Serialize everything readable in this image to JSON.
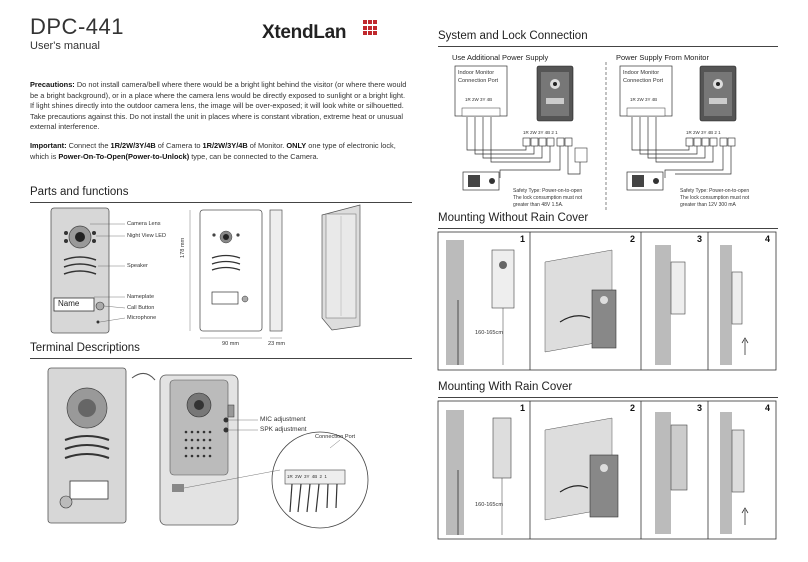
{
  "doc": {
    "title": "DPC-441",
    "subtitle": "User's manual",
    "logo_text": "XtendLan"
  },
  "precautions": {
    "label": "Precautions:",
    "text": "Do not install camera/bell where there would be a bright light behind the visitor (or where there would be a bright background), or in a place where the camera lens would be directly exposed to sunlight or a bright light. If light shines directly into the outdoor camera lens, the image  will be over-exposed; it will look white or silhouetted. Take precautions against this. Do not install the unit in places where is constant vibration, extreme heat or unusual external interference."
  },
  "important": {
    "label": "Important:",
    "t1": "Connect the ",
    "b1": "1R/2W/3Y/4B",
    "t2": " of Camera to ",
    "b2": "1R/2W/3Y/4B",
    "t3": " of Monitor. ",
    "b3": "ONLY",
    "t4": " one type of electronic lock, which is ",
    "b4": "Power-On-To-Open(Power-to-Unlock)",
    "t5": " type, can be connected to the Camera."
  },
  "parts": {
    "heading": "Parts and functions",
    "labels": [
      "Camera Lens",
      "Night View LED",
      "Speaker",
      "Nameplate",
      "Call Button",
      "Microphone"
    ],
    "name_plate": "Name",
    "dim_height": "178 mm",
    "dim_width": "90 mm",
    "dim_depth": "23 mm"
  },
  "terminal": {
    "heading": "Terminal Descriptions",
    "mic": "MIC adjustment",
    "spk": "SPK adjustment",
    "port": "Connection Port",
    "pins": [
      "1R",
      "2W",
      "3Y",
      "4B",
      "2",
      "1"
    ]
  },
  "system": {
    "heading": "System and Lock Connection",
    "left_title": "Use Additional Power Supply",
    "right_title": "Power Supply From Monitor",
    "indoor1": "Indoor Monitor",
    "indoor2": "Connection Port",
    "mon_pins": "1R 2W 3Y 4B",
    "cam_pins": "1R 2W 3Y 4B  2  1",
    "safety_left": [
      "Safety Type: Power-on-to-open",
      "The lock consumption must not",
      "greater than 48V 1.5A."
    ],
    "safety_right": [
      "Safety Type: Power-on-to-open",
      "The lock consumption must not",
      "greater than 12V 300 mA"
    ]
  },
  "mount1": {
    "heading": "Mounting Without Rain Cover",
    "height": "160-165cm",
    "nums": [
      "1",
      "2",
      "3",
      "4"
    ]
  },
  "mount2": {
    "heading": "Mounting With Rain Cover",
    "height": "160-165cm",
    "nums": [
      "1",
      "2",
      "3",
      "4"
    ]
  }
}
